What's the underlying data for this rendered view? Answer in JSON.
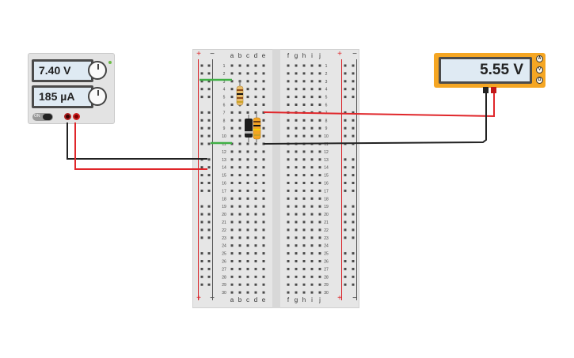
{
  "power_supply": {
    "voltage_display": "7.40 V",
    "current_display": "185 µA",
    "switch_label": "ON"
  },
  "multimeter": {
    "reading": "5.55 V",
    "modes": [
      "A",
      "V",
      "Ω"
    ]
  },
  "breadboard": {
    "column_letters_left": [
      "a",
      "b",
      "c",
      "d",
      "e"
    ],
    "column_letters_right": [
      "f",
      "g",
      "h",
      "i",
      "j"
    ],
    "row_count": 30,
    "rail_plus": "+",
    "rail_minus": "−"
  },
  "colors": {
    "wire_red": "#e0262a",
    "wire_black": "#222222",
    "jumper_green": "#3fb044",
    "rail_red": "#d9272d",
    "meter_orange": "#f5a623"
  }
}
